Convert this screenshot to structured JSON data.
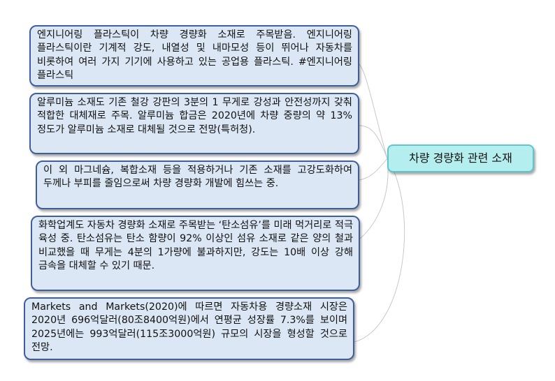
{
  "center": {
    "label": "차량 경량화 관련 소재"
  },
  "nodes": [
    {
      "id": "engineering-plastics",
      "text": "엔지니어링 플라스틱이 차량 경량화 소재로 주목받음. 엔지니어링 플라스틱이란 기계적 강도, 내열성 및 내마모성 등이 뛰어나 자동차를 비롯하여 여러 가지 기기에 사용하고 있는 공업용 플라스틱. #엔지니어링 플라스틱"
    },
    {
      "id": "aluminum",
      "text": "알루미늄 소재도 기존 철강 강판의 3분의 1 무게로 강성과 안전성까지 갖춰 적합한 대체재로 주목. 알루미늄 합금은 2020년에 차량 중량의 약 13% 정도가 알루미늄 소재로 대체될 것으로 전망(특허청)."
    },
    {
      "id": "magnesium-composite",
      "text": "이 외 마그네슘, 복합소재 등을 적용하거나 기존 소재를 고강도화하여 두께나 부피를 줄임으로써 차량 경량화 개발에 힘쓰는 중."
    },
    {
      "id": "carbon-fiber",
      "text": "화학업계도 자동차 경량화 소재로 주목받는 ‘탄소섬유’를 미래 먹거리로 적극 육성 중. 탄소섬유는 탄소 함량이 92% 이상인 섬유 소재로 같은 양의 철과 비교했을 때 무게는 4분의 1가량에 불과하지만, 강도는 10배 이상 강해 금속을 대체할 수 있기 때문."
    },
    {
      "id": "market",
      "text": "Markets and Markets(2020)에 따르면 자동차용 경량소재 시장은 2020년 696억달러(80조8400억원)에서 연평균 성장률 7.3%를 보이며 2025년에는 993억달러(115조3000억원) 규모의 시장을 형성할 것으로 전망."
    }
  ],
  "colors": {
    "center_fill": "#b4eeee",
    "center_border": "#5cc7cc",
    "node_fill": "#dbe7f5",
    "node_border": "#3e5f9a",
    "connector": "#c8c8c8"
  }
}
